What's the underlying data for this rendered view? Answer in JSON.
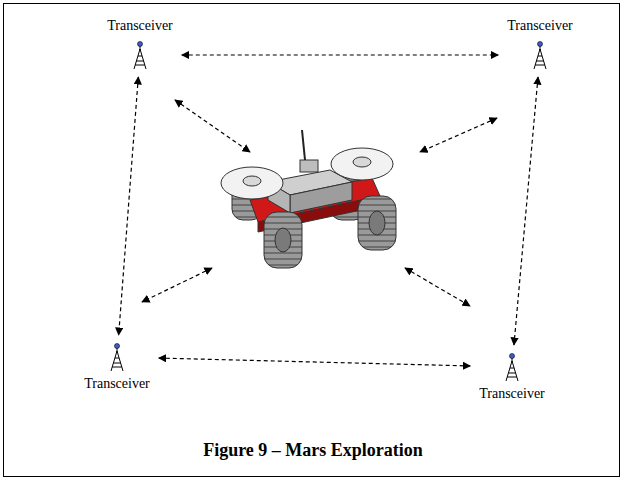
{
  "diagram": {
    "caption": "Figure 9 – Mars Exploration",
    "nodes": [
      {
        "text": [
          "Transceiver"
        ]
      },
      {
        "text": [
          "Transceiver"
        ]
      },
      {
        "text": [
          "Transceiver"
        ]
      },
      {
        "text": [
          "Transceiver"
        ]
      }
    ],
    "edges": [
      {
        "from": 0,
        "to": 1,
        "arrow": "both"
      },
      {
        "from": 0,
        "to": 2,
        "arrow": "both"
      },
      {
        "from": 1,
        "to": 3,
        "arrow": "both"
      },
      {
        "from": 2,
        "to": 3,
        "arrow": "both"
      }
    ]
  }
}
